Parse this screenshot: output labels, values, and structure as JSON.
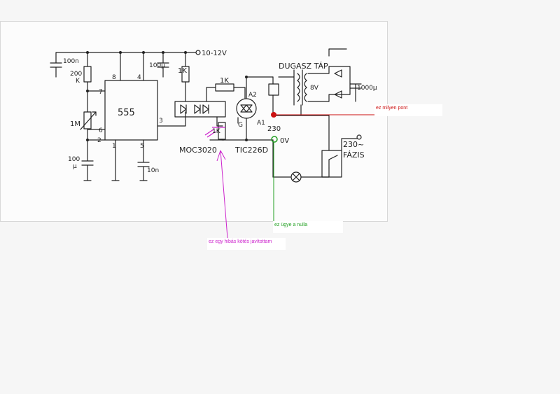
{
  "colors": {
    "ink": "#222222",
    "red_annotation": "#cc1111",
    "green_annotation": "#22a022",
    "magenta_annotation": "#cc22cc",
    "paper": "#fcfcfc"
  },
  "schematic": {
    "supply_label": "10-12V",
    "c_top_left": "100n",
    "r_200k": "200",
    "r_200k_unit": "K",
    "c_100u": "100μ",
    "r_1k_top": "1K",
    "r_1k_mid": "1K",
    "r_1k_gate": "1K",
    "ic_label": "555",
    "pot_label": "1M",
    "pin_8": "8",
    "pin_4": "4",
    "pin_7": "7",
    "pin_6": "6",
    "pin_2": "2",
    "pin_1": "1",
    "pin_5": "5",
    "pin_3": "3",
    "c_timing": "100",
    "c_timing_unit": "μ",
    "c_ctrl": "10n",
    "opto_label": "MOC3020",
    "triac_label": "TIC226D",
    "a2_label": "A2",
    "a1_label": "A1",
    "g_label": "G",
    "mains_230": "230",
    "zero_v": "0V",
    "psu_label": "DUGASZ TÁP",
    "psu_voltage": "8V",
    "psu_cap": "1000μ",
    "mains_label": "230~",
    "phase_label": "FÁZIS"
  },
  "annotations": {
    "red": "ez milyen pont",
    "green": "ez ügye a nulla",
    "magenta": "ez egy hibás kötés javítottam"
  }
}
